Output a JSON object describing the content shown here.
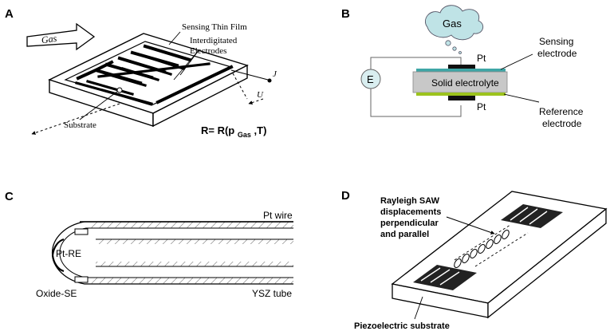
{
  "panels": {
    "a": {
      "letter": "A",
      "arrow_label": "Gas",
      "sensing_film": "Sensing Thin Film",
      "electrodes_line1": "Interdigitated",
      "electrodes_line2": "Electrodes",
      "substrate": "Substrate",
      "current": "J",
      "voltage": "U",
      "formula_lhs": "R= R(p",
      "formula_sub": "Gas",
      "formula_rhs": ",T)"
    },
    "b": {
      "letter": "B",
      "gas": "Gas",
      "source": "E",
      "pt_top": "Pt",
      "pt_bottom": "Pt",
      "electrolyte": "Solid electrolyte",
      "sensing_line1": "Sensing",
      "sensing_line2": "electrode",
      "reference_line1": "Reference",
      "reference_line2": "electrode",
      "colors": {
        "sensing": "#3fa6a6",
        "reference": "#9cc31d",
        "electrolyte": "#c8c8c8",
        "source": "#d9eef0",
        "cloud": "#bfe3e6"
      }
    },
    "c": {
      "letter": "C",
      "pt_wire": "Pt wire",
      "pt_re": "Pt-RE",
      "ysz_tube": "YSZ tube",
      "oxide_se": "Oxide-SE"
    },
    "d": {
      "letter": "D",
      "saw_line1": "Rayleigh SAW",
      "saw_line2": "displacements",
      "saw_line3": "perpendicular",
      "saw_line4": "and parallel",
      "substrate": "Piezoelectric substrate"
    }
  }
}
